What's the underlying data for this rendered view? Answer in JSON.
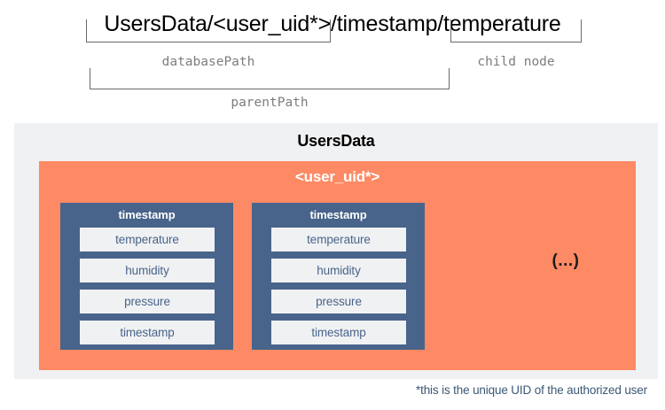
{
  "path_notation": {
    "full_path": "UsersData/<user_uid*>/timestamp/temperature",
    "segments": [
      "UsersData/",
      "<user_uid*>",
      "/timestamp/",
      "temperature"
    ],
    "annotations": [
      {
        "label": "databasePath",
        "covers": "UsersData/<user_uid*>"
      },
      {
        "label": "child node",
        "covers": "temperature"
      },
      {
        "label": "parentPath",
        "covers": "UsersData/<user_uid*>/timestamp"
      }
    ],
    "bracket_color": "#6a6a6a",
    "label_color": "#7d7d7d"
  },
  "diagram": {
    "panel_title": "UsersData",
    "panel_bg": "#f0f1f3",
    "user_node": {
      "title": "<user_uid*>",
      "bg": "#fd8a64",
      "text_color": "#ffffff",
      "ellipsis": "(...)",
      "timestamp_groups": [
        {
          "title": "timestamp",
          "bg": "#48648a",
          "fields": [
            "temperature",
            "humidity",
            "pressure",
            "timestamp"
          ]
        },
        {
          "title": "timestamp",
          "bg": "#48648a",
          "fields": [
            "temperature",
            "humidity",
            "pressure",
            "timestamp"
          ]
        }
      ]
    }
  },
  "footnote": {
    "text": "*this is the unique UID of the authorized user",
    "color": "#3c5775"
  }
}
